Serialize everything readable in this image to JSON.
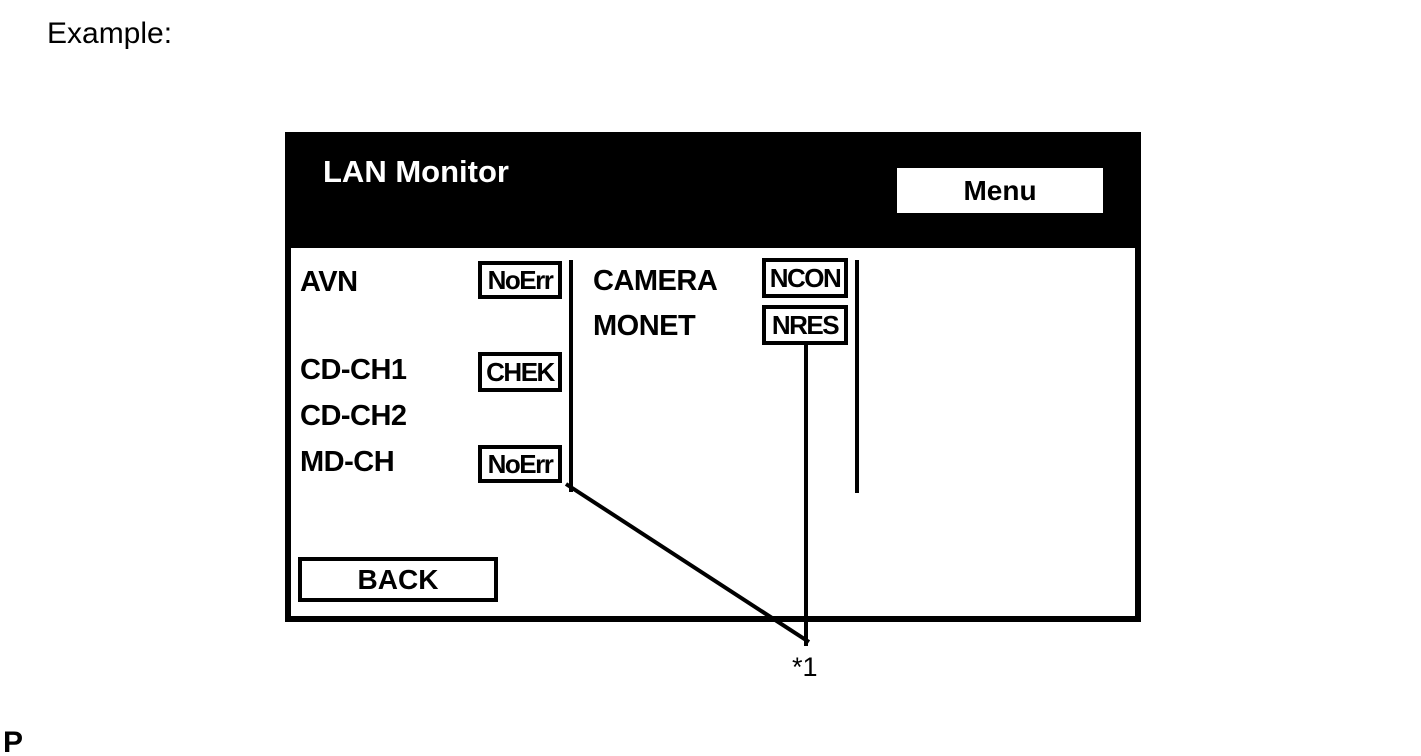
{
  "page": {
    "example_label": "Example:",
    "footnote_label": "*1",
    "footer_partial_text": "P"
  },
  "screen": {
    "title": "LAN Monitor",
    "menu_button_label": "Menu",
    "back_button_label": "BACK",
    "left_column": {
      "rows": [
        {
          "label": "AVN",
          "status": "NoErr"
        },
        {
          "label": "CD-CH1",
          "status": "CHEK"
        },
        {
          "label": "CD-CH2",
          "status": ""
        },
        {
          "label": "MD-CH",
          "status": "NoErr"
        }
      ]
    },
    "right_column": {
      "rows": [
        {
          "label": "CAMERA",
          "status": "NCON"
        },
        {
          "label": "MONET",
          "status": "NRES"
        }
      ]
    }
  },
  "colors": {
    "header_bg": "#000000",
    "header_text": "#ffffff",
    "screen_bg": "#ffffff",
    "border_and_lines": "#000000"
  }
}
